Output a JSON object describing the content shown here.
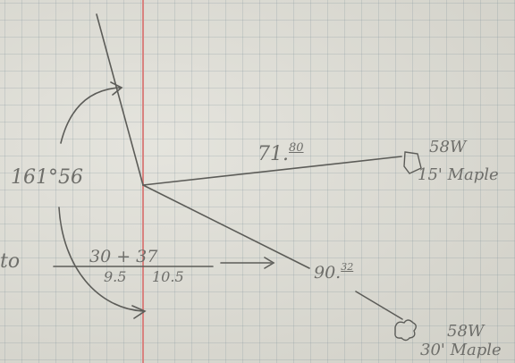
{
  "survey_note": {
    "angle_left": "161°56",
    "angle_right": {
      "deg": "71.",
      "min": "80"
    },
    "angle_low": {
      "deg": "90.",
      "min": "32"
    },
    "tree_upper": {
      "id": "58W",
      "desc": "15' Maple"
    },
    "tree_lower": {
      "id": "58W",
      "desc": "30' Maple"
    },
    "distance_top": "30 + 37",
    "distance_bottom": {
      "left": "9.5",
      "right": "10.5"
    },
    "left_edge_text": "to"
  }
}
